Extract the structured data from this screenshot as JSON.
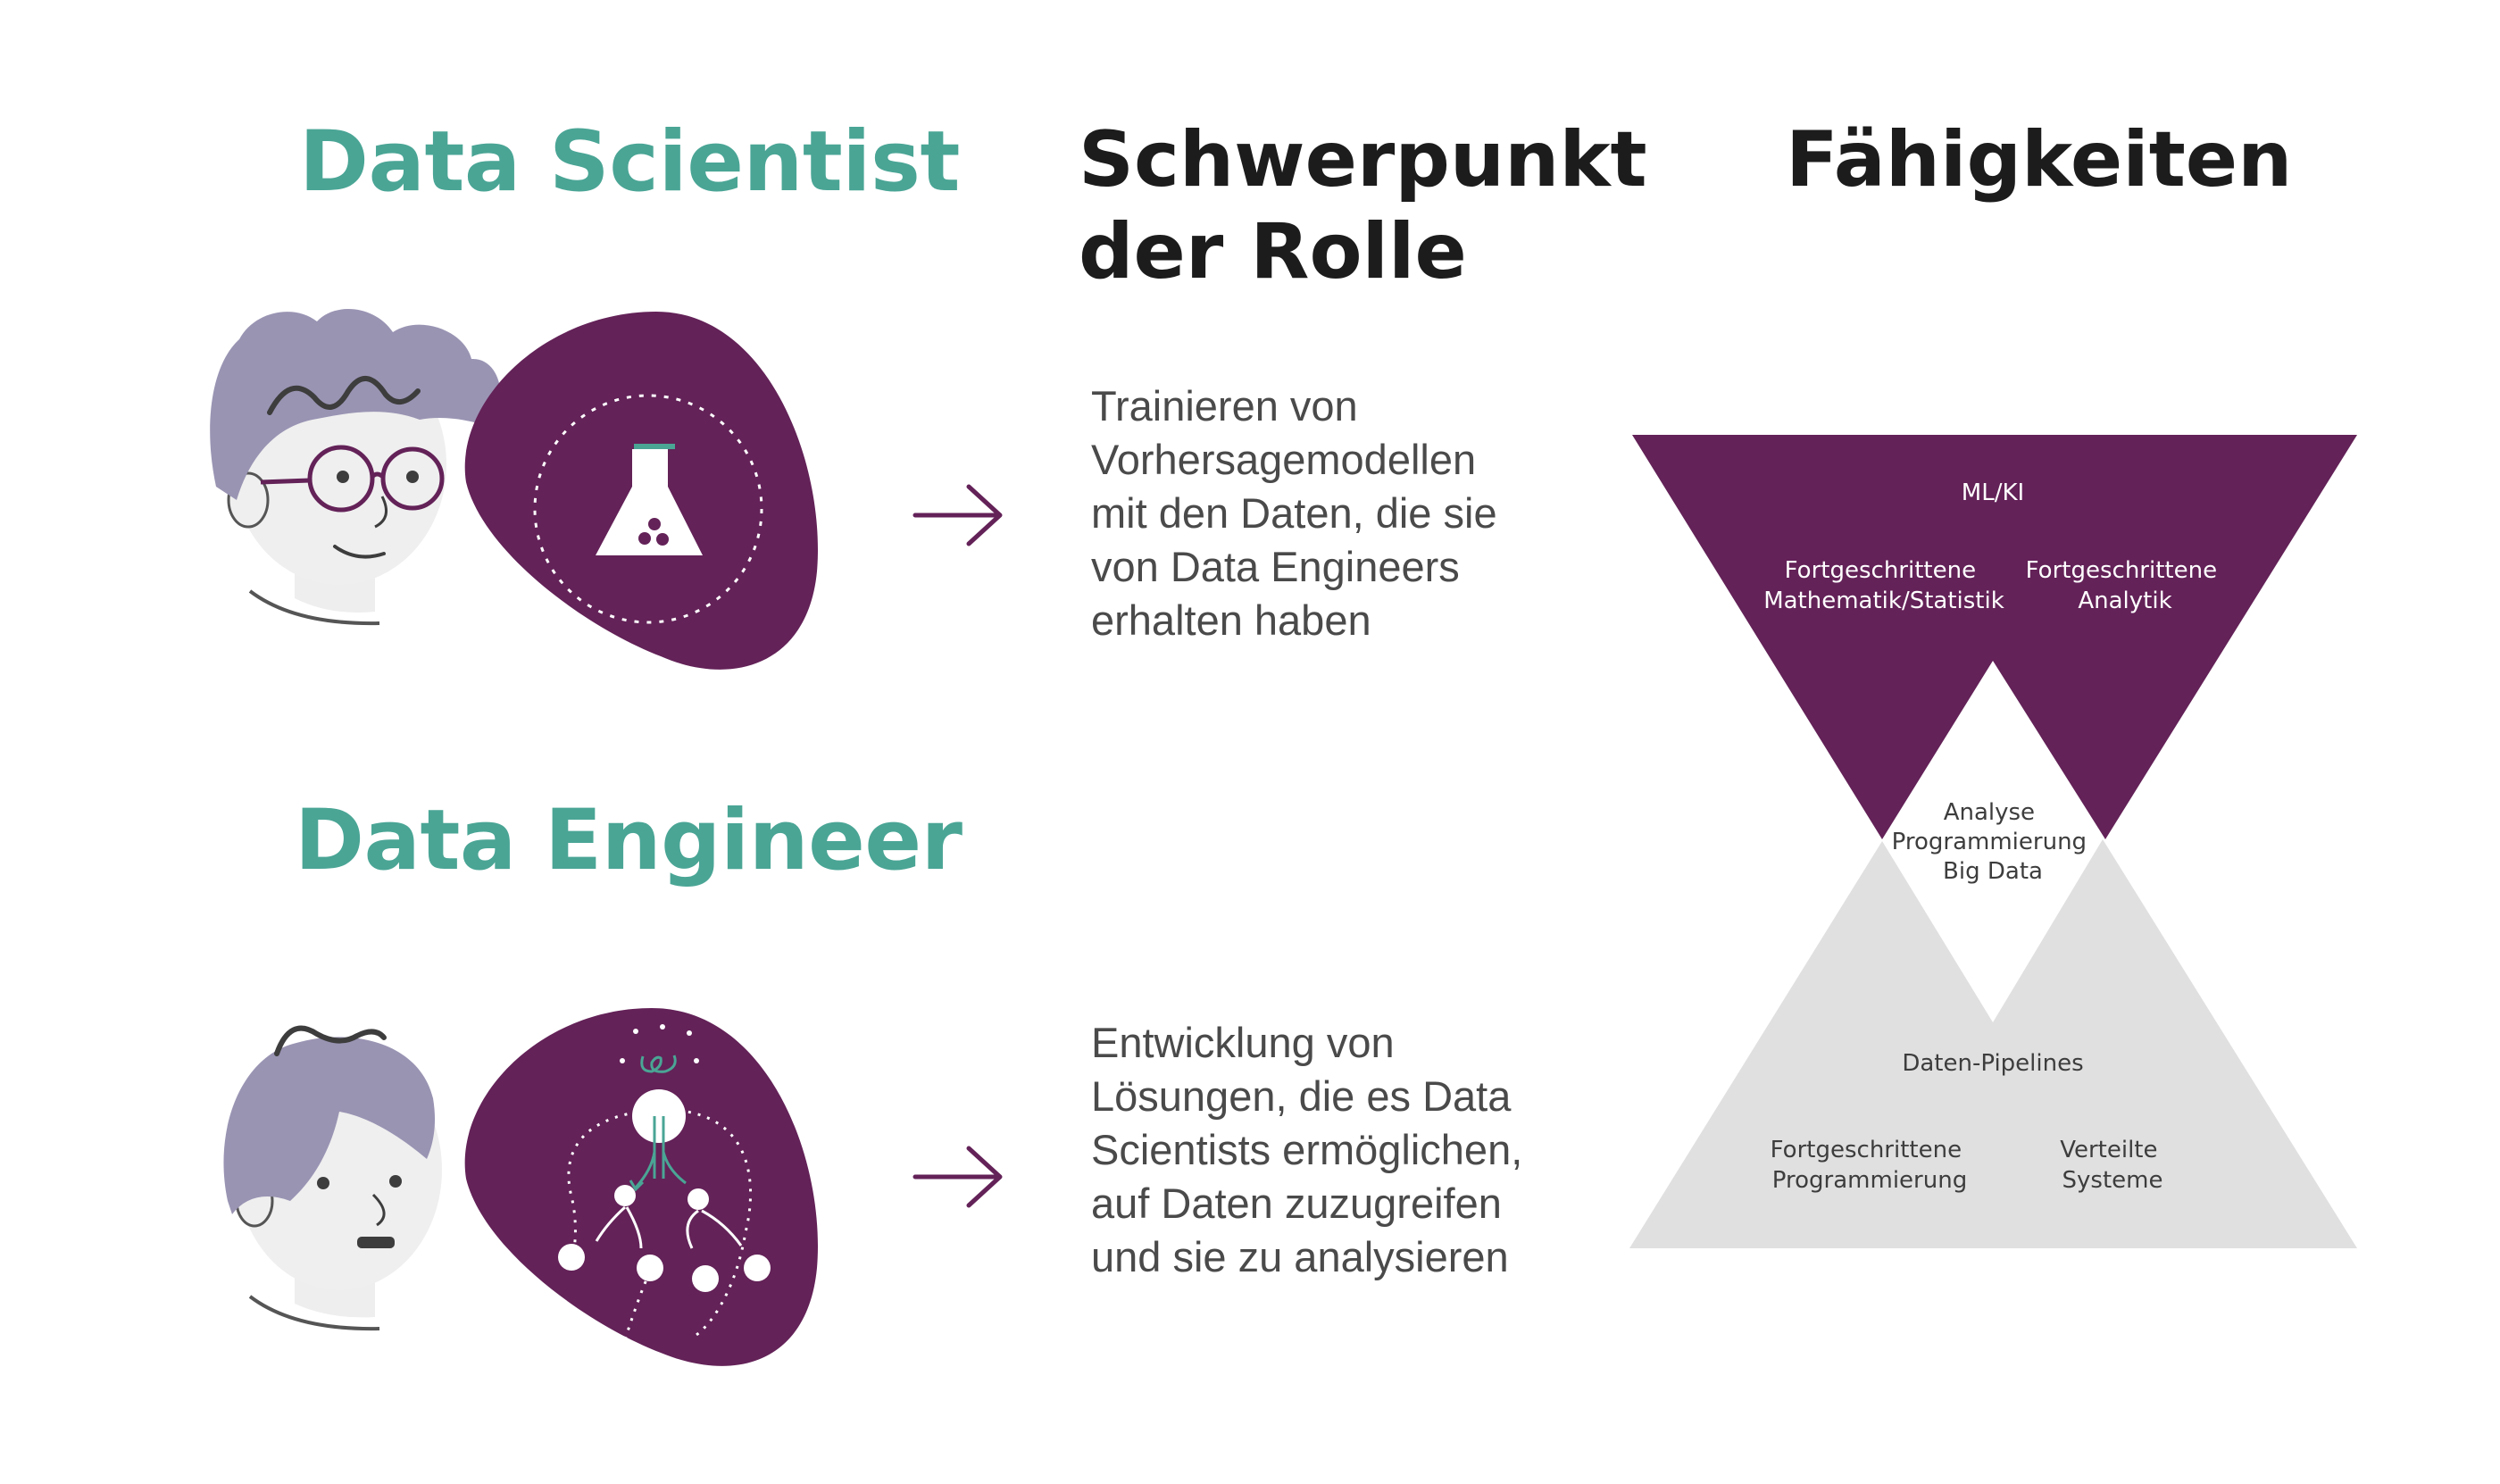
{
  "colors": {
    "accent_teal": "#4aa595",
    "purple": "#632258",
    "hair": "#9a94b3",
    "gray": "#e0e0e0",
    "text": "#1c1c1c"
  },
  "roles": [
    {
      "title": "Data Scientist",
      "description": [
        "Trainieren von",
        "Vorhersagemodellen",
        "mit den Daten, die sie",
        "von Data Engineers",
        "erhalten haben"
      ],
      "icon": "flask-icon"
    },
    {
      "title": "Data Engineer",
      "description": [
        "Entwicklung von",
        "Lösungen, die es Data",
        "Scientists ermöglichen,",
        "auf Daten zuzugreifen",
        "und sie zu analysieren"
      ],
      "icon": "pipeline-network-icon"
    }
  ],
  "columns": {
    "focus": [
      "Schwerpunkt",
      "der Rolle"
    ],
    "skills": "Fähigkeiten"
  },
  "skills_diagram": {
    "top": {
      "headline": "ML/KI",
      "left": [
        "Fortgeschrittene",
        "Mathematik/Statistik"
      ],
      "right": [
        "Fortgeschrittene",
        "Analytik"
      ]
    },
    "overlap": [
      "Analyse",
      "Programmierung",
      "Big Data"
    ],
    "bottom": {
      "headline": "Daten-Pipelines",
      "left": [
        "Fortgeschrittene",
        "Programmierung"
      ],
      "right": [
        "Verteilte",
        "Systeme"
      ]
    }
  }
}
